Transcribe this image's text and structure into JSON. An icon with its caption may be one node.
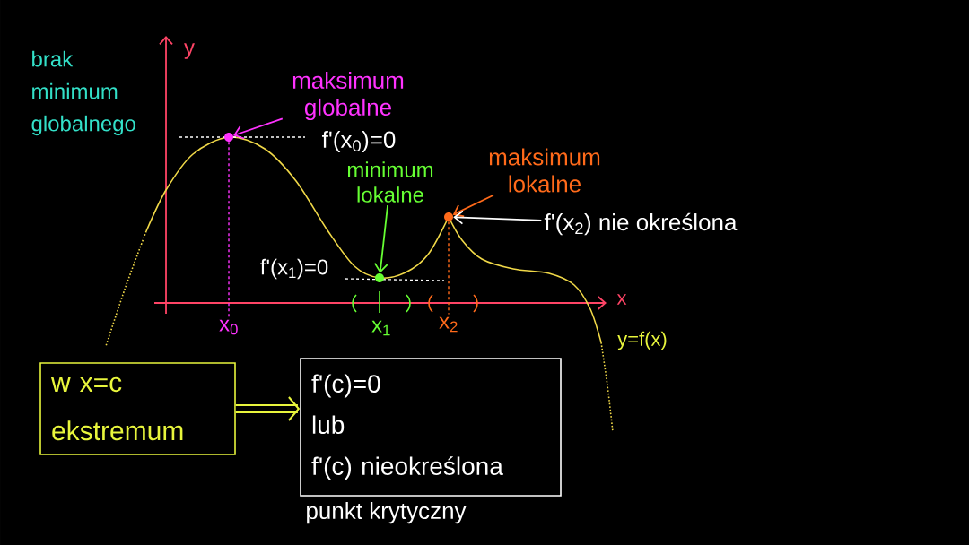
{
  "diagram": {
    "nodes": [
      {
        "text": [
          "maksimum globalne"
        ]
      },
      {
        "text": [],
        "shape": "circle"
      },
      {
        "text": [
          "minimum lokalne"
        ]
      },
      {
        "text": [],
        "shape": "circle"
      },
      {
        "text": [
          "maksimum lokalne"
        ]
      },
      {
        "text": [],
        "shape": "circle"
      },
      {
        "text": [
          "f'(x$_{2}$) nie określona"
        ]
      },
      {
        "text": [
          "w x=c ekstremum"
        ]
      },
      {
        "text": [
          "f'(c)=0",
          "lub",
          "f'(c) nieokreślona"
        ],
        "beside": [
          "punkt krytyczny"
        ]
      },
      {
        "text": [
          "x$_{0}$"
        ]
      },
      {
        "text": [
          "x$_{2}$"
        ]
      }
    ],
    "edges": [
      {
        "from": 0,
        "to": 1,
        "arrow": "to",
        "color": "#ff33ff"
      },
      {
        "from": 2,
        "to": 3,
        "arrow": "to",
        "color": "#66ff33"
      },
      {
        "from": 4,
        "to": 5,
        "arrow": "to",
        "color": "#ff6a1a"
      },
      {
        "from": 6,
        "to": 5,
        "arrow": "to",
        "color": "#ffffff"
      },
      {
        "from": 7,
        "to": 8,
        "arrow": "to",
        "style": "thick",
        "color": "#e8f53c"
      },
      {
        "from": 1,
        "to": 9,
        "arrow": "none",
        "style": "dashed",
        "color": "#ff33ff"
      },
      {
        "from": 5,
        "to": 10,
        "arrow": "none",
        "style": "dashed",
        "color": "#ff6a1a"
      }
    ],
    "labels": [
      "brak minimum globalnego",
      "y",
      "f'(x$_{0}$)=0",
      "f'(x$_{1}$)=0",
      "x",
      "x$_{1}$",
      "y=f(x)"
    ]
  }
}
